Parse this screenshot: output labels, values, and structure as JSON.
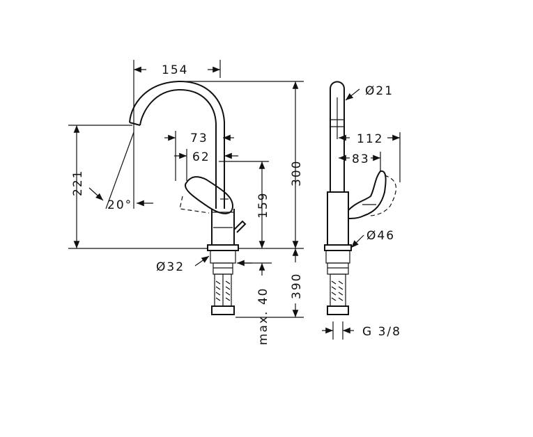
{
  "dimensions": {
    "width_154": "154",
    "height_300": "300",
    "height_221": "221",
    "angle_20": "20°",
    "d_73": "73",
    "d_62": "62",
    "h_159": "159",
    "dia_32": "Ø32",
    "max40": "max. 40",
    "h_390": "390",
    "dia_21": "Ø21",
    "d_112": "112",
    "d_83": "83",
    "dia_46": "Ø46",
    "thread": "G 3/8"
  },
  "colors": {
    "line": "#111111",
    "background": "#ffffff"
  }
}
